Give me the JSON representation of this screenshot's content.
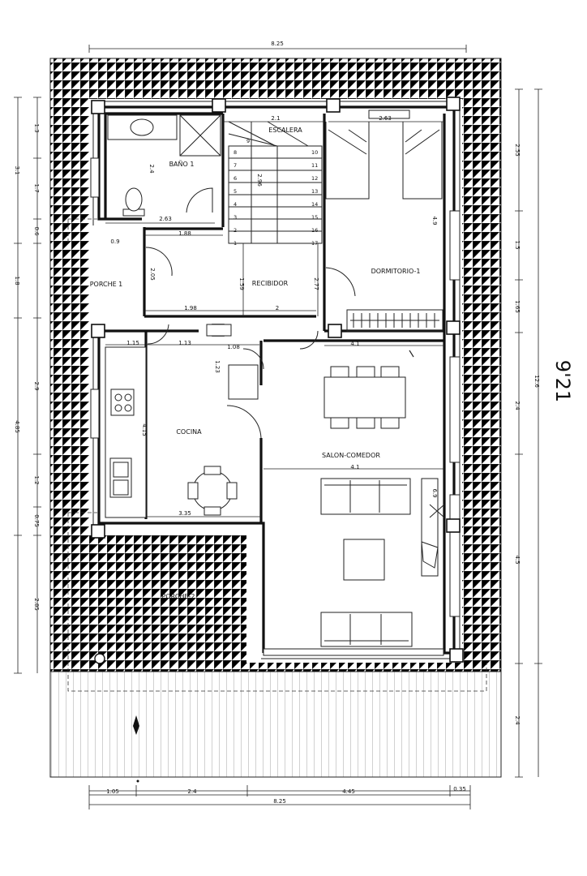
{
  "rooms": {
    "bano": "BAÑO 1",
    "escalera": "ESCALERA",
    "dormitorio": "DORMITORIO-1",
    "recibidor": "RECIBIDOR",
    "porche1": "PORCHE 1",
    "cocina": "COCINA",
    "salon": "SALON-COMEDOR",
    "porche2": "PORCHE-2"
  },
  "stair_steps_left": [
    "8",
    "7",
    "6",
    "5",
    "4",
    "3",
    "2",
    "1"
  ],
  "stair_steps_right": [
    "10",
    "11",
    "12",
    "13",
    "14",
    "15",
    "16",
    "17"
  ],
  "stair_top_step": "9",
  "dimensions": {
    "top_total": "8.25",
    "bottom_total": "8.25",
    "bottom_segments": [
      "1.05",
      "2.4",
      "4.45",
      "0.35"
    ],
    "left_outer": [
      "3.1",
      "1.8",
      "4.85",
      "2.85"
    ],
    "left_inner": [
      "1.3",
      "1.7",
      "0.6",
      "2.9",
      "1.2",
      "0.75"
    ],
    "right_inner": [
      "2.55",
      "1.5",
      "1.65",
      "2.4",
      "4.5",
      "2.4"
    ],
    "right_total": "12.6",
    "interior": {
      "escalera_w": "2.1",
      "escalera_len": "2.96",
      "bano_h": "2.4",
      "bano_w": "2.63",
      "dorm_w": "2.63",
      "dorm_h": "4.9",
      "pasillo": "1.88",
      "vest": "0.9",
      "porche1_h": "2.05",
      "recib_1": "1.59",
      "recib_2": "2.77",
      "recib_w1": "1.98",
      "recib_w2": "2",
      "cocina_1": "1.15",
      "cocina_2": "1.13",
      "cocina_3": "1.08",
      "cocina_4": "1.23",
      "cocina_h": "4.15",
      "cocina_w": "3.35",
      "salon_w1": "4.1",
      "salon_w2": "4.1",
      "salon_side": "6.9"
    }
  },
  "handwritten_note": "9'21"
}
